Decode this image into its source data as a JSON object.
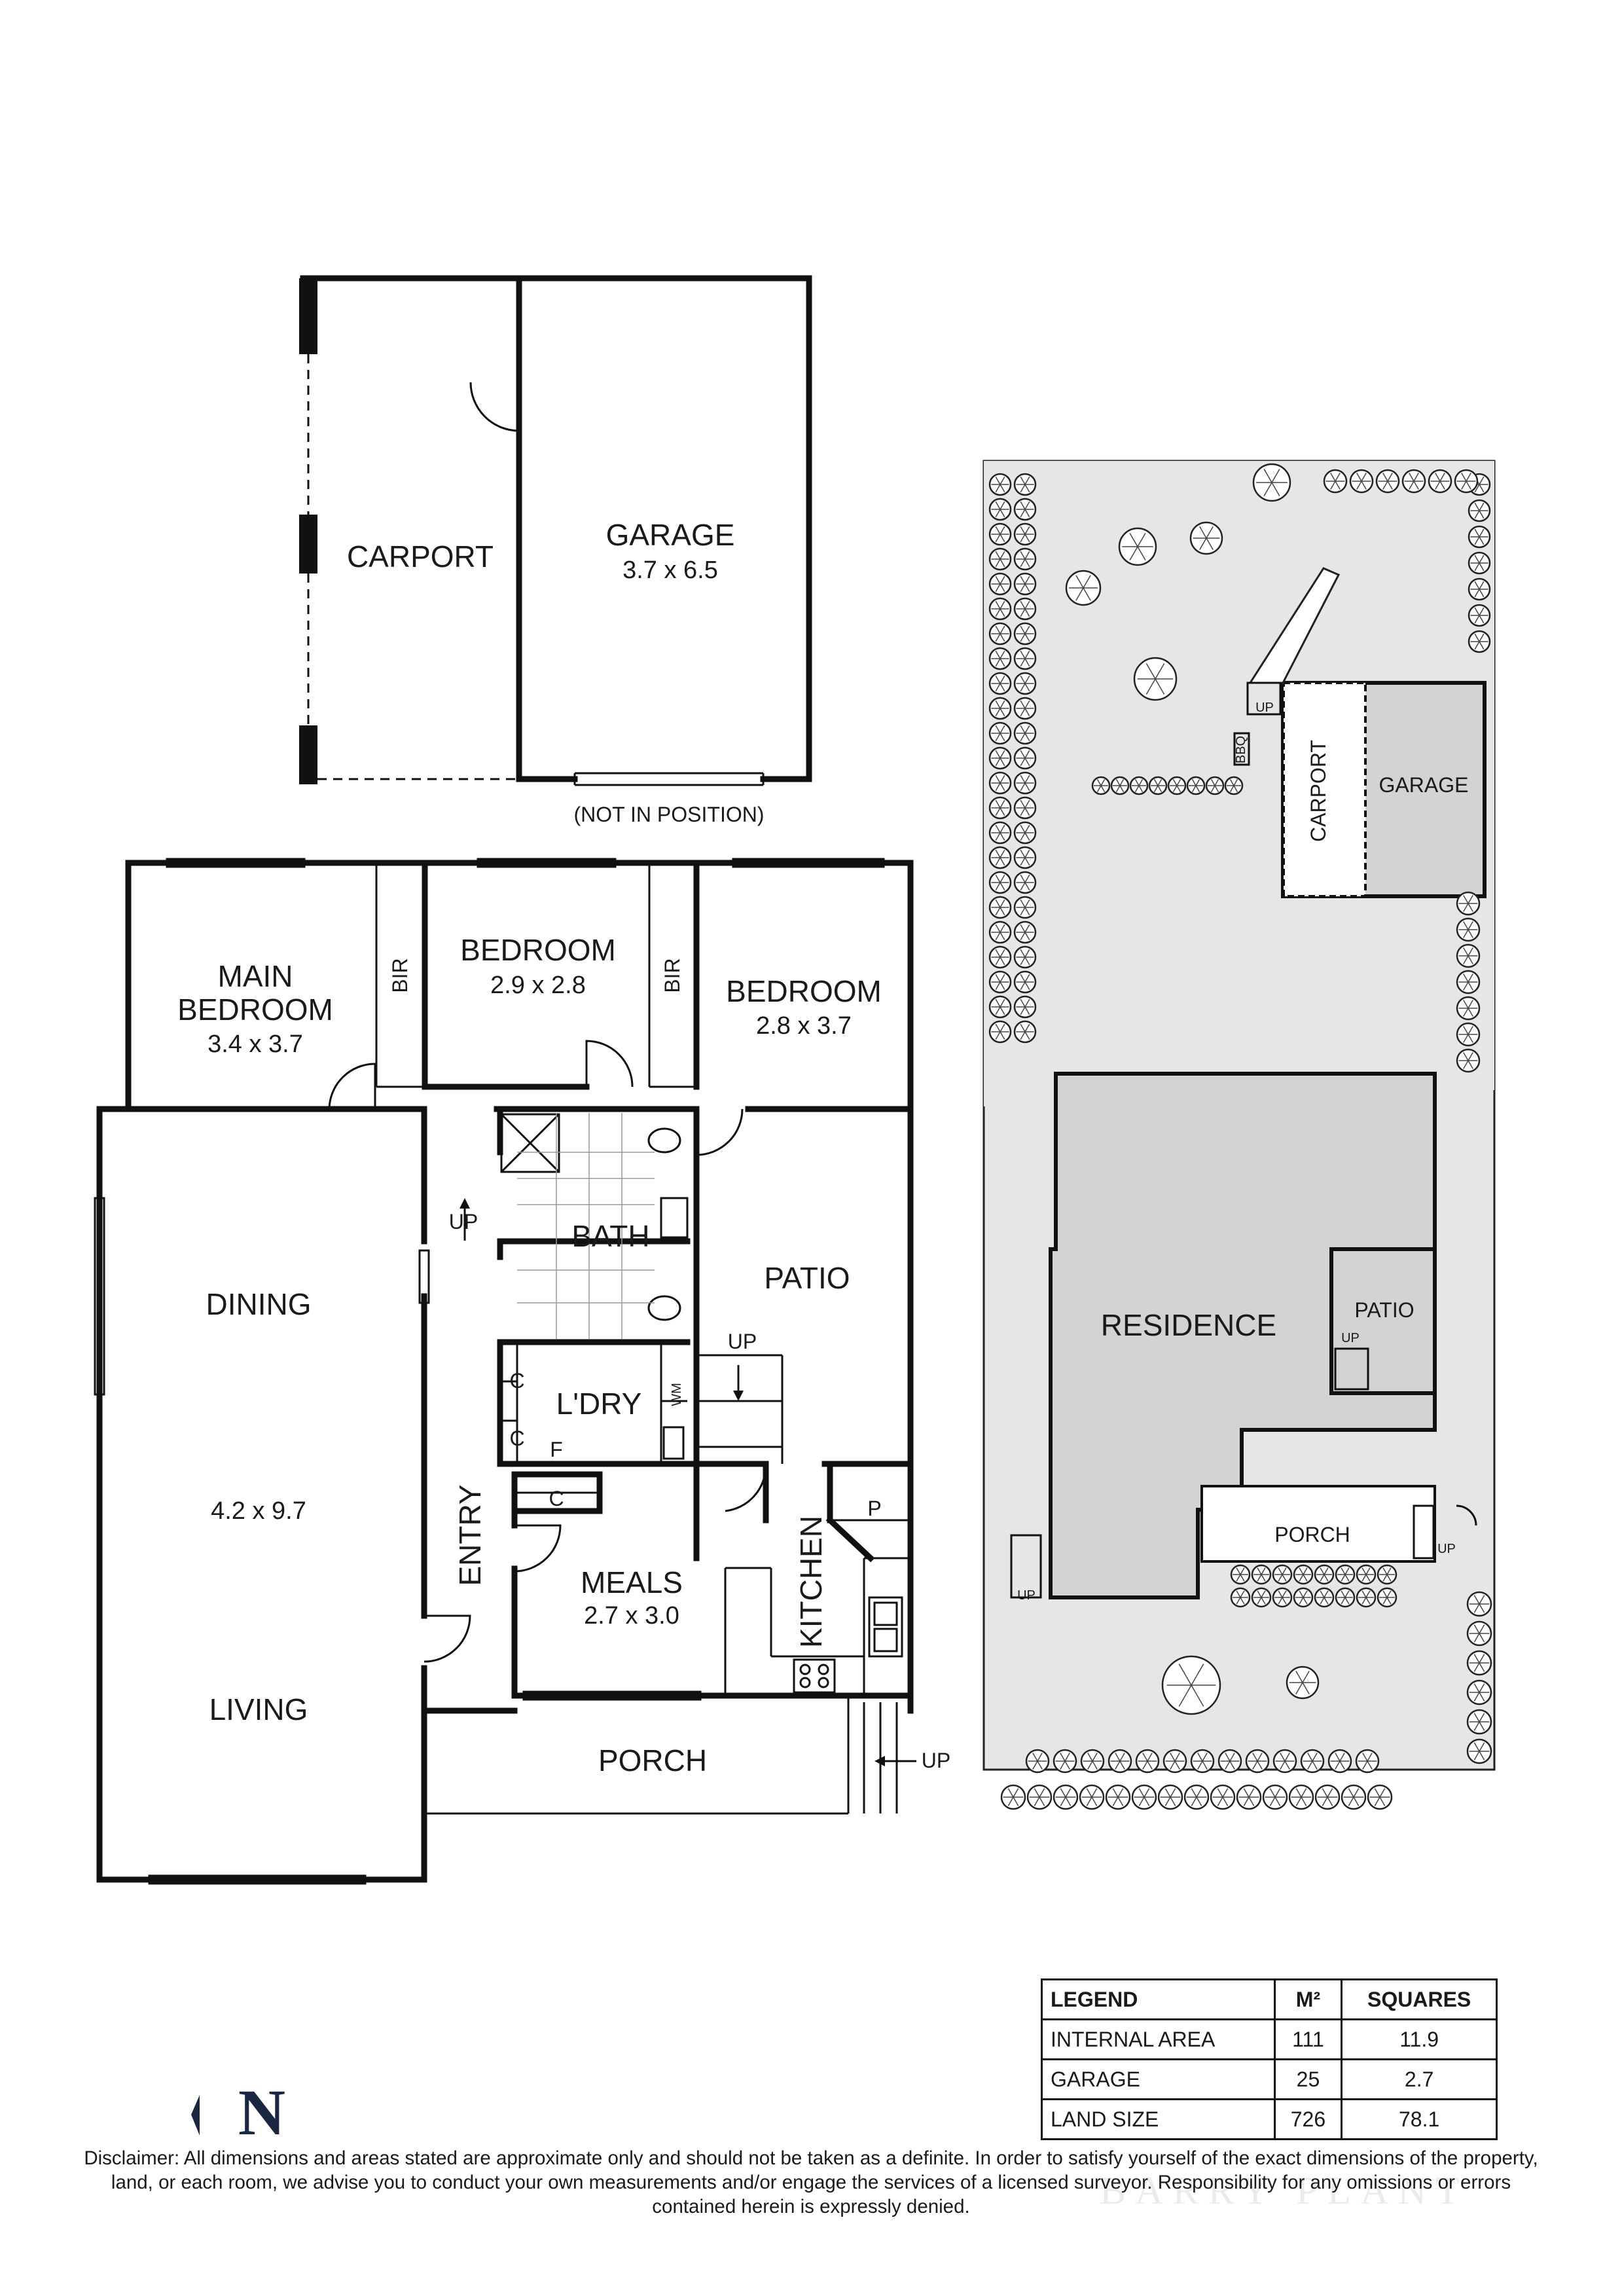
{
  "floor_plan": {
    "rooms": {
      "carport": "CARPORT",
      "garage": "GARAGE",
      "garage_dims": "3.7 x 6.5",
      "garage_note": "(NOT IN POSITION)",
      "main_bedroom_l1": "MAIN",
      "main_bedroom_l2": "BEDROOM",
      "main_bedroom_dims": "3.4 x 3.7",
      "bir": "BIR",
      "bedroom2": "BEDROOM",
      "bedroom2_dims": "2.9 x 2.8",
      "bedroom3": "BEDROOM",
      "bedroom3_dims": "2.8 x 3.7",
      "dining": "DINING",
      "living_dims": "4.2 x 9.7",
      "living": "LIVING",
      "bath": "BATH",
      "patio": "PATIO",
      "laundry": "L'DRY",
      "wm": "WM",
      "cupboard": "C",
      "fridge": "F",
      "entry": "ENTRY",
      "meals": "MEALS",
      "meals_dims": "2.7 x 3.0",
      "kitchen": "KITCHEN",
      "pantry": "P",
      "porch": "PORCH",
      "up": "UP"
    }
  },
  "site_plan": {
    "carport": "CARPORT",
    "garage": "GARAGE",
    "residence": "RESIDENCE",
    "patio": "PATIO",
    "porch": "PORCH",
    "bbq": "BBQ",
    "up": "UP"
  },
  "compass": {
    "north_letter": "N"
  },
  "legend": {
    "headers": [
      "LEGEND",
      "M²",
      "SQUARES"
    ],
    "rows": [
      {
        "label": "INTERNAL AREA",
        "m2": "111",
        "squares": "11.9"
      },
      {
        "label": "GARAGE",
        "m2": "25",
        "squares": "2.7"
      },
      {
        "label": "LAND SIZE",
        "m2": "726",
        "squares": "78.1"
      }
    ]
  },
  "disclaimer": "Disclaimer: All dimensions and areas stated are approximate only and should not be taken as a definite. In order to satisfy yourself of the exact dimensions of the property, land, or each room, we advise you to conduct your own measurements and/or engage the services of a licensed surveyor. Responsibility for any omissions or errors contained herein is expressly denied.",
  "watermark": "BARRY PLANT"
}
